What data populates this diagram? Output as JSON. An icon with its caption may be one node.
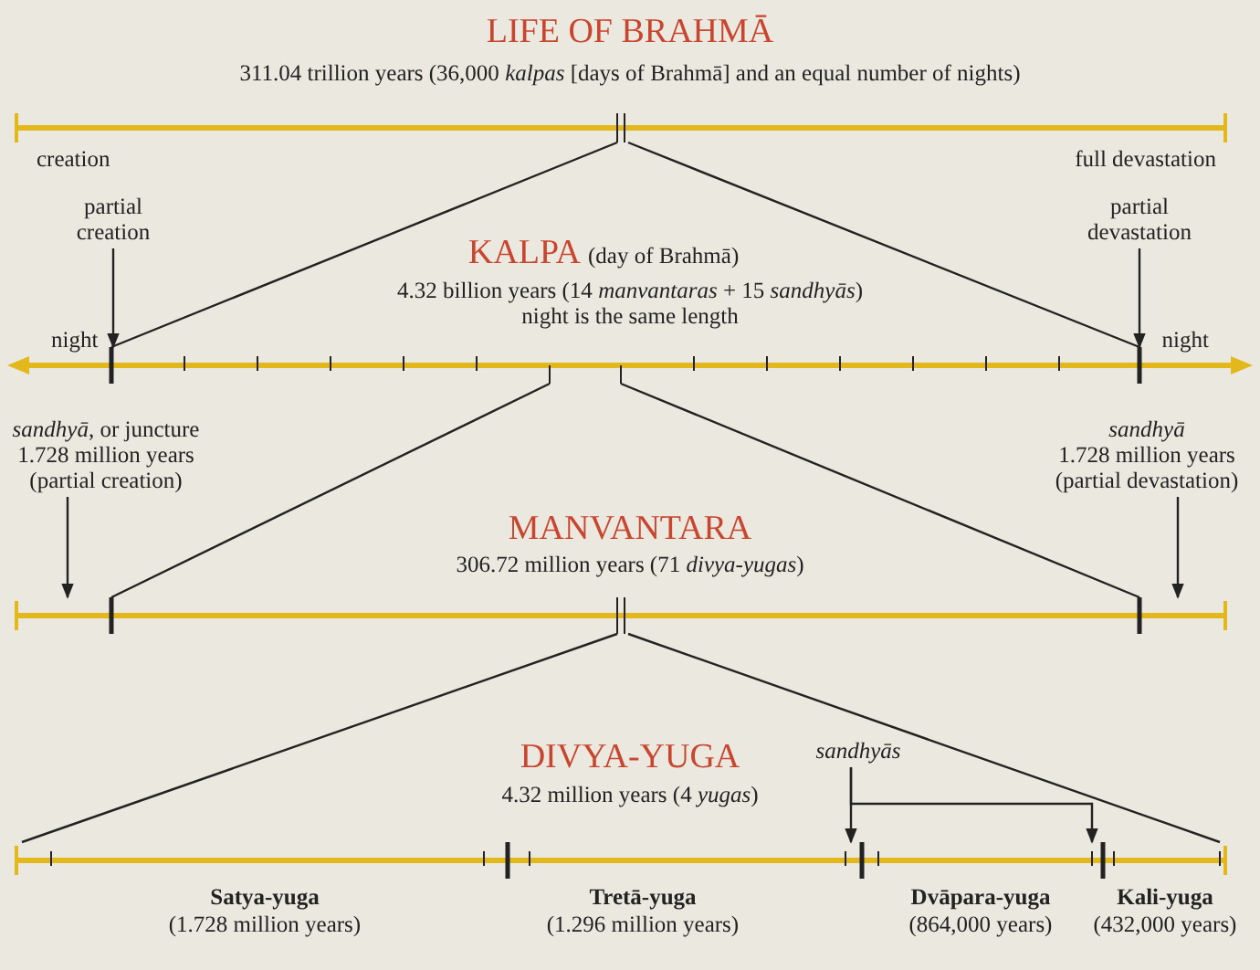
{
  "diagram": {
    "title": "LIFE OF BRAHMĀ",
    "nodes": [
      {
        "text": [],
        "shape": "bar"
      },
      {
        "text": [
          "partial creation"
        ]
      },
      {
        "text": [
          "partial devastation"
        ]
      },
      {
        "text": [],
        "shape": "bar"
      },
      {
        "text": [
          "*sandhyā*, or juncture 1.728 million years (partial creation)"
        ]
      },
      {
        "text": [
          "*sandhyā* 1.728 million years (partial devastation)"
        ]
      },
      {
        "text": [],
        "shape": "bar"
      },
      {
        "text": [
          "sandhyās"
        ]
      },
      {
        "text": [],
        "shape": "bar"
      }
    ],
    "edges": [
      {
        "from": 0,
        "to": 3,
        "arrow": "none"
      },
      {
        "from": 0,
        "to": 3,
        "arrow": "none"
      },
      {
        "from": 1,
        "to": 3,
        "arrow": "to"
      },
      {
        "from": 2,
        "to": 3,
        "arrow": "to"
      },
      {
        "from": 3,
        "to": 6,
        "arrow": "none"
      },
      {
        "from": 3,
        "to": 6,
        "arrow": "none"
      },
      {
        "from": 4,
        "to": 6,
        "arrow": "to"
      },
      {
        "from": 5,
        "to": 6,
        "arrow": "to"
      },
      {
        "from": 6,
        "to": 8,
        "arrow": "none"
      },
      {
        "from": 6,
        "to": 8,
        "arrow": "none"
      },
      {
        "from": 7,
        "to": 8,
        "arrow": "to"
      },
      {
        "from": 7,
        "to": 8,
        "arrow": "to"
      }
    ],
    "labels": [
      "311.04 trillion years (36,000 *kalpas* [days of Brahmā] and an equal number of nights)",
      "creation",
      "full devastation",
      "KALPA",
      "(day of Brahmā)",
      "4.32 billion years (14 *manvantaras* + 15 *sandhyās*)",
      "night is the same length",
      "night",
      "night",
      "MANVANTARA",
      "306.72 million years (71 *divya-yugas*)",
      "DIVYA-YUGA",
      "4.32 million years (4 *yugas*)",
      "Satya-yuga",
      "(1.728 million years)",
      "Tretā-yuga",
      "(1.296 million years)",
      "Dvāpara-yuga",
      "(864,000 years)",
      "Kali-yuga",
      "(432,000 years)"
    ]
  }
}
